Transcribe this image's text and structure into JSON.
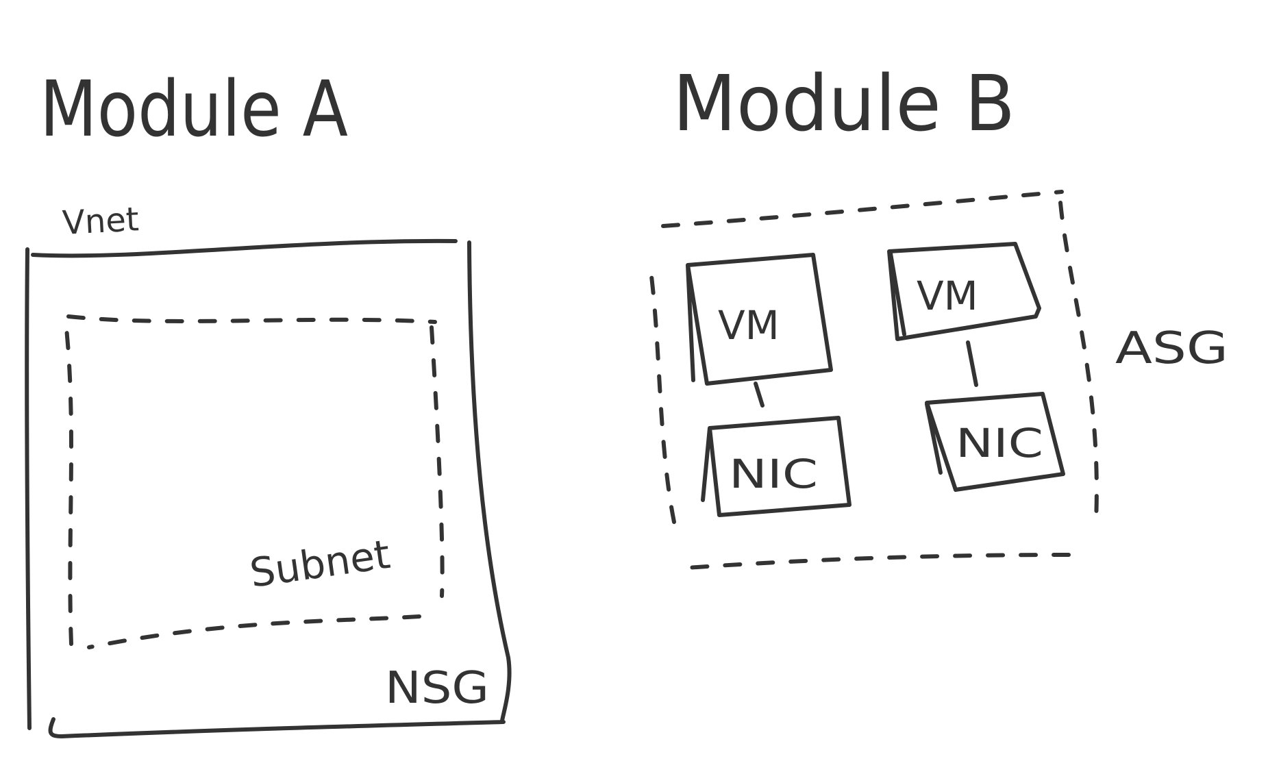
{
  "colors": {
    "ink": "#333333",
    "background": "#ffffff"
  },
  "module_a": {
    "title": "Module A",
    "vnet_label": "Vnet",
    "subnet_label": "Subnet",
    "nsg_label": "NSG"
  },
  "module_b": {
    "title": "Module B",
    "asg_label": "ASG",
    "pairs": [
      {
        "vm_label": "VM",
        "nic_label": "NIC"
      },
      {
        "vm_label": "VM",
        "nic_label": "NIC"
      }
    ]
  }
}
